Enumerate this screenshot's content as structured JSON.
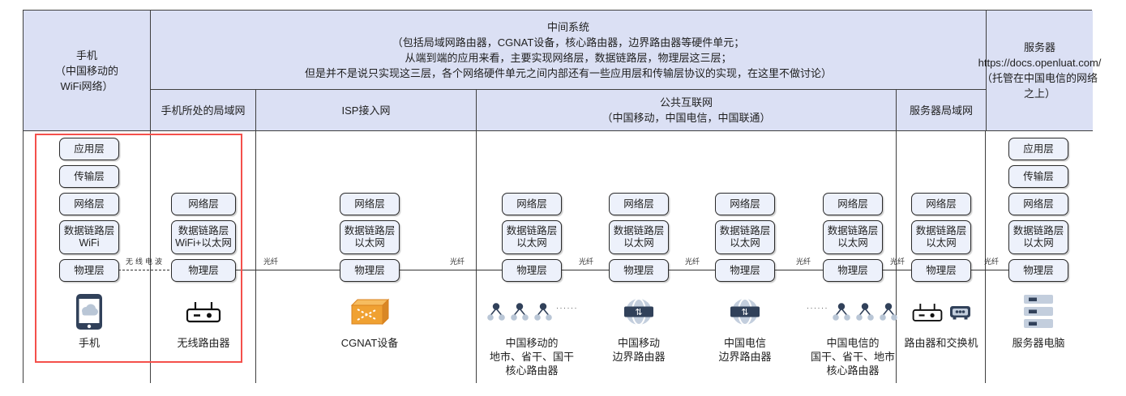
{
  "header": {
    "phone_cell": "手机\n（中国移动的\nWiFi网络）",
    "middle_cell": "中间系统\n（包括局域网路由器，CGNAT设备，核心路由器，边界路由器等硬件单元；\n从端到端的应用来看，主要实现网络层，数据链路层，物理层这三层；\n但是并不是说只实现这三层，各个网络硬件单元之间内部还有一些应用层和传输层协议的实现，在这里不做讨论）",
    "server_cell": "服务器\nhttps://docs.openluat.com/\n（托管在中国电信的网络之上）",
    "row2": {
      "phone_lan": "手机所处的局域网",
      "isp": "ISP接入网",
      "internet": "公共互联网\n（中国移动，中国电信，中国联通）",
      "server_lan": "服务器局域网"
    }
  },
  "links": {
    "radio": "无线电波",
    "fiber": "光纤"
  },
  "stacks": {
    "phone": {
      "layers": [
        "应用层",
        "传输层",
        "网络层",
        "数据链路层\nWiFi",
        "物理层"
      ],
      "device": "手机"
    },
    "wifi_router": {
      "layers": [
        "网络层",
        "数据链路层\nWiFi+以太网",
        "物理层"
      ],
      "device": "无线路由器"
    },
    "cgnat": {
      "layers": [
        "网络层",
        "数据链路层\n以太网",
        "物理层"
      ],
      "device": "CGNAT设备"
    },
    "cmcc_core": {
      "layers": [
        "网络层",
        "数据链路层\n以太网",
        "物理层"
      ],
      "device": "中国移动的\n地市、省干、国干\n核心路由器"
    },
    "cmcc_border": {
      "layers": [
        "网络层",
        "数据链路层\n以太网",
        "物理层"
      ],
      "device": "中国移动\n边界路由器"
    },
    "telecom_border": {
      "layers": [
        "网络层",
        "数据链路层\n以太网",
        "物理层"
      ],
      "device": "中国电信\n边界路由器"
    },
    "telecom_core": {
      "layers": [
        "网络层",
        "数据链路层\n以太网",
        "物理层"
      ],
      "device": "中国电信的\n国干、省干、地市\n核心路由器"
    },
    "server_lan": {
      "layers": [
        "网络层",
        "数据链路层\n以太网",
        "物理层"
      ],
      "device": "路由器和交换机"
    },
    "server": {
      "layers": [
        "应用层",
        "传输层",
        "网络层",
        "数据链路层\n以太网",
        "物理层"
      ],
      "device": "服务器电脑"
    }
  },
  "icons": {
    "ellipsis": "······"
  },
  "colors": {
    "header_fill": "#dbe0f4",
    "layer_box_fill": "#edf1fb",
    "highlight_red": "#f4504b",
    "icon_dark_navy": "#31415a",
    "icon_light_blue": "#c3cedd",
    "cgnat_orange": "#f0a132"
  }
}
